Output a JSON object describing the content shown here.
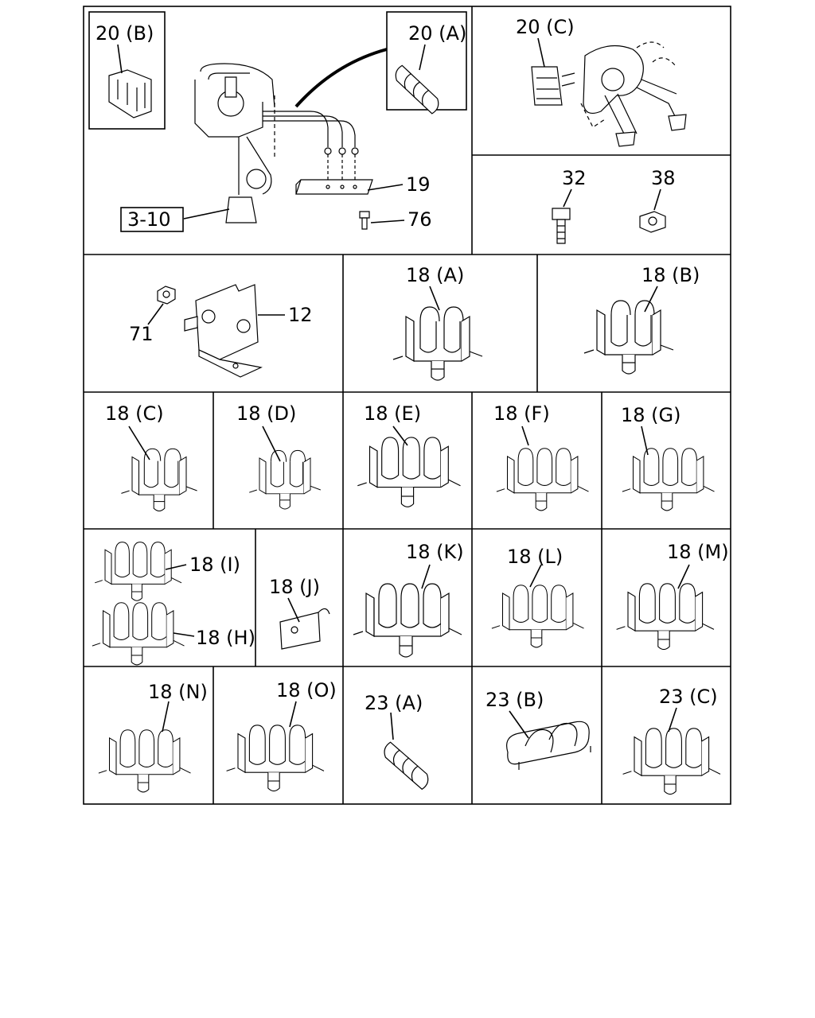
{
  "labels": {
    "c20b": "20 (B)",
    "c20a": "20 (A)",
    "c20c": "20 (C)",
    "c19": "19",
    "c76": "76",
    "c3_10": "3-10",
    "c32": "32",
    "c38": "38",
    "c71": "71",
    "c12": "12",
    "c18a": "18 (A)",
    "c18b": "18 (B)",
    "c18c": "18 (C)",
    "c18d": "18 (D)",
    "c18e": "18 (E)",
    "c18f": "18 (F)",
    "c18g": "18 (G)",
    "c18i": "18 (I)",
    "c18h": "18 (H)",
    "c18j": "18 (J)",
    "c18k": "18 (K)",
    "c18l": "18 (L)",
    "c18m": "18 (M)",
    "c18n": "18 (N)",
    "c18o": "18 (O)",
    "c23a": "23 (A)",
    "c23b": "23 (B)",
    "c23c": "23 (C)"
  }
}
